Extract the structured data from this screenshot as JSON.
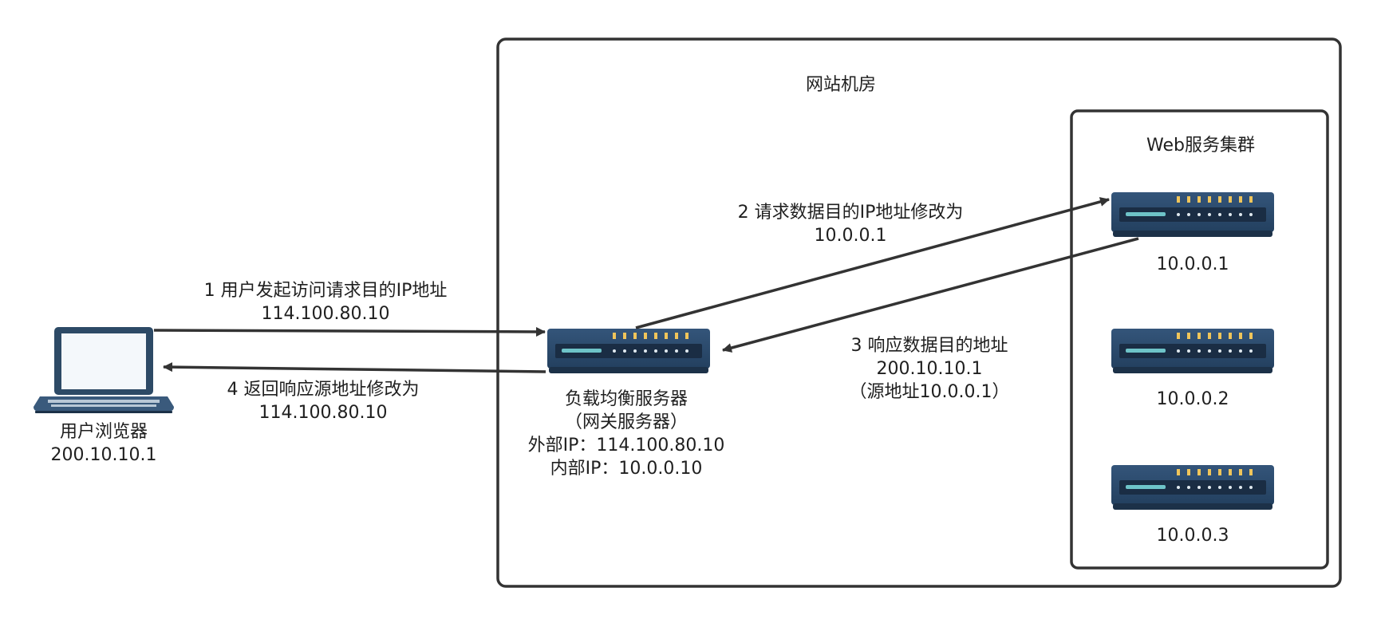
{
  "room": {
    "title": "网站机房"
  },
  "cluster": {
    "title": "Web服务集群"
  },
  "client": {
    "name": "用户浏览器",
    "ip": "200.10.10.1"
  },
  "load_balancer": {
    "name": "负载均衡服务器",
    "role": "（网关服务器）",
    "external_ip": "外部IP：114.100.80.10",
    "internal_ip": "内部IP：10.0.0.10"
  },
  "servers": [
    {
      "ip": "10.0.0.1"
    },
    {
      "ip": "10.0.0.2"
    },
    {
      "ip": "10.0.0.3"
    }
  ],
  "steps": [
    {
      "line1": "1 用户发起访问请求目的IP地址",
      "line2": "114.100.80.10"
    },
    {
      "line1": "2 请求数据目的IP地址修改为",
      "line2": "10.0.0.1"
    },
    {
      "line1": "3 响应数据目的地址",
      "line2": "200.10.10.1",
      "line3": "（源地址10.0.0.1）"
    },
    {
      "line1": "4 返回响应源地址修改为",
      "line2": "114.100.80.10"
    }
  ],
  "colors": {
    "device": "#2d4a66",
    "device_dark": "#1c3148",
    "accent": "#6ec3c8",
    "led": "#f0c55a",
    "line": "#333333"
  }
}
